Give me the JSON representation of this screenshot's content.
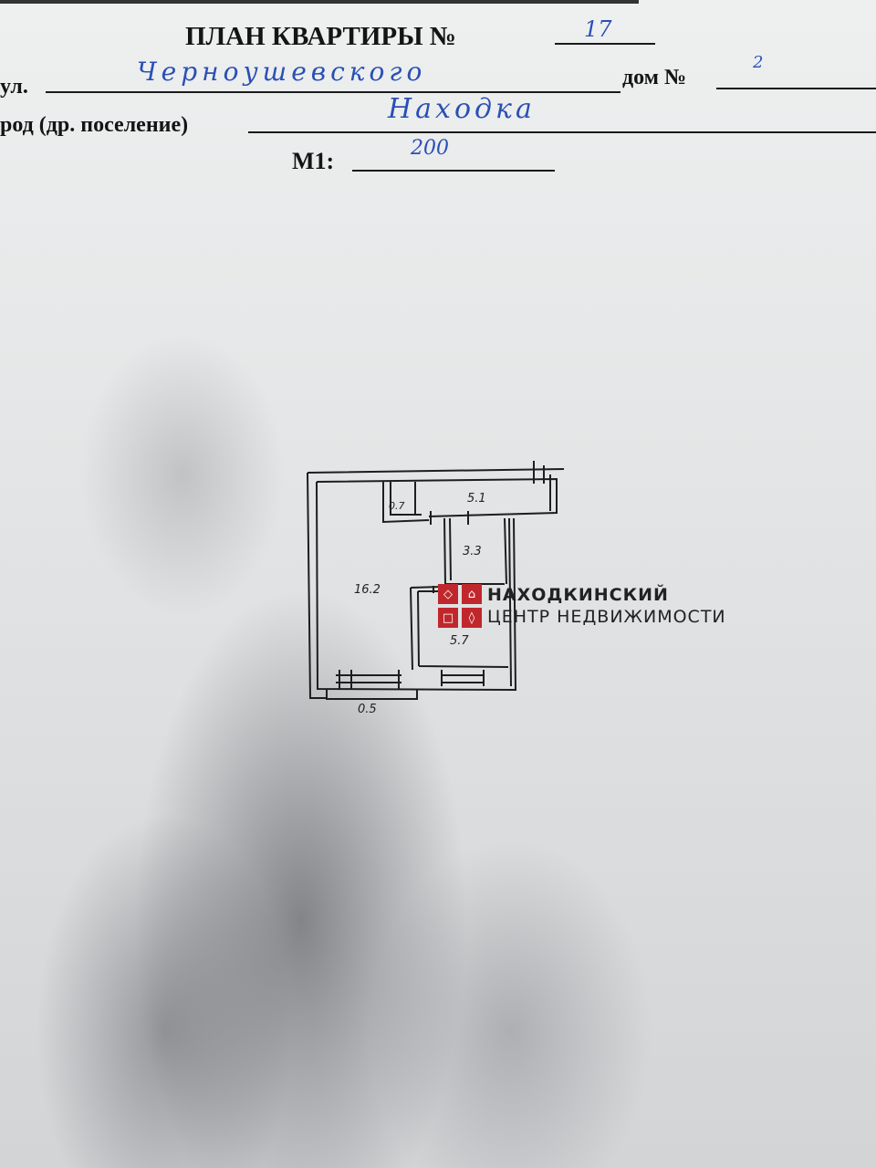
{
  "header": {
    "title": "ПЛАН КВАРТИРЫ №",
    "apartment_no": "17",
    "street_label": "ул.",
    "street_value": "Черноушевского",
    "house_label": "дом №",
    "house_value": "2",
    "city_label": "род (др. поселение)",
    "city_value": "Находка",
    "scale_label": "М1:",
    "scale_value": "200"
  },
  "plan": {
    "rooms": [
      {
        "name": "room-main",
        "area": "16.2"
      },
      {
        "name": "corridor",
        "area": "5.1"
      },
      {
        "name": "closet",
        "area": "0.7"
      },
      {
        "name": "bathroom",
        "area": "3.3"
      },
      {
        "name": "kitchen",
        "area": "5.7"
      },
      {
        "name": "balcony",
        "area": "0.5"
      }
    ]
  },
  "watermark": {
    "line1": "НАХОДКИНСКИЙ",
    "line2": "ЦЕНТР НЕДВИЖИМОСТИ",
    "color": "#c0272d"
  }
}
